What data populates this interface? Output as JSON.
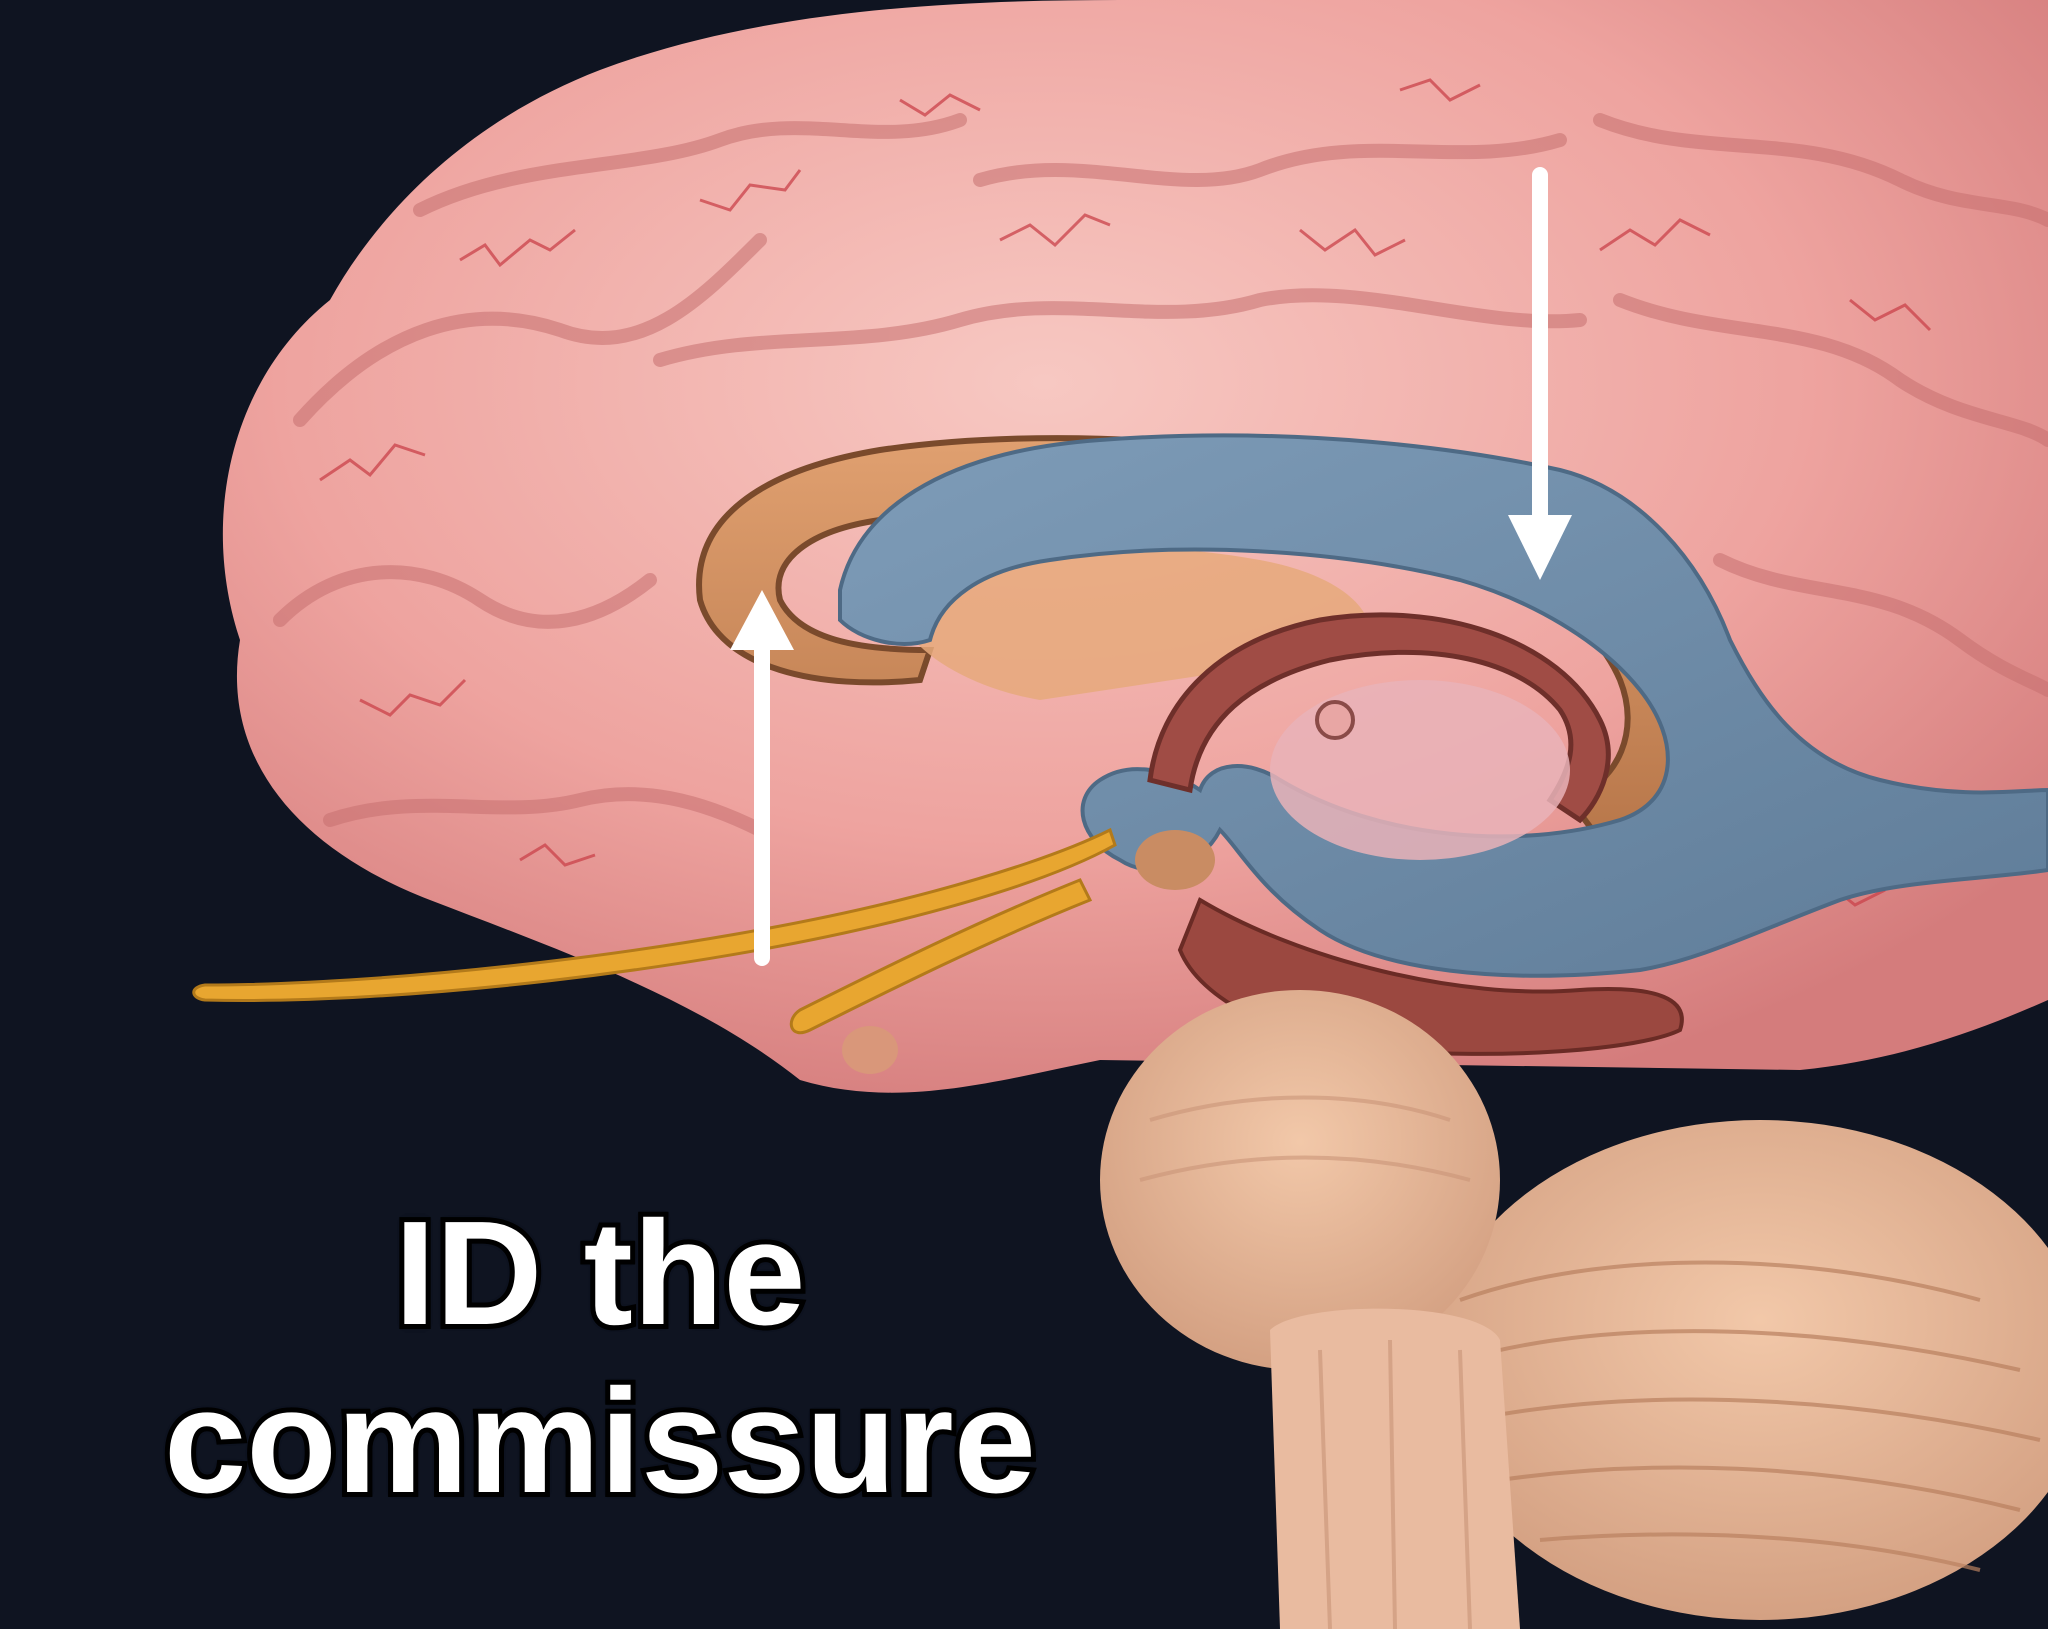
{
  "image": {
    "description_label": "brain-medial-view",
    "background_color": "#0f1421",
    "colors": {
      "cortex": "#f0a9a4",
      "cortex_dark": "#d98381",
      "vessels": "#c9424a",
      "corpus_callosum": "#c98a5a",
      "ventricle": "#6f8eab",
      "fornix": "#9c4a44",
      "olfactory": "#e8a630",
      "cerebellum": "#e3b08e",
      "brainstem": "#e9bba0",
      "arrow": "#ffffff"
    }
  },
  "caption": {
    "line1": "ID the",
    "line2": "commissure"
  }
}
